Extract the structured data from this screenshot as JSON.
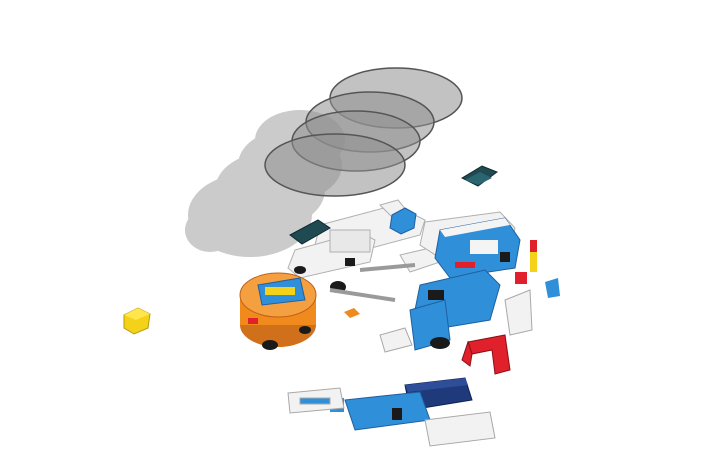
{
  "scene": {
    "background": "#ffffff",
    "colors": {
      "shadow": "#c8c8c8",
      "disc": "#9a9a9a",
      "disc_edge": "#5a5a5a",
      "blue": "#2f8fd8",
      "blue_dark": "#1f5fa0",
      "navy": "#1e3a7a",
      "teal": "#1f4a52",
      "orange": "#f08a1c",
      "yellow": "#f5d21a",
      "red": "#e0202a",
      "white": "#f4f4f4",
      "frame": "#bdbdbd",
      "black": "#1a1a1a",
      "green": "#3a8a3a"
    },
    "objects": [
      {
        "name": "yellow-cube",
        "type": "cube"
      },
      {
        "name": "orange-cylinder-robot",
        "type": "assembly"
      },
      {
        "name": "transparent-disc",
        "type": "disc",
        "count": 4
      },
      {
        "name": "blue-circuit-board",
        "type": "board"
      },
      {
        "name": "red-u-bracket",
        "type": "bracket"
      },
      {
        "name": "navy-block",
        "type": "block"
      },
      {
        "name": "white-frame-rail",
        "type": "frame"
      }
    ]
  }
}
